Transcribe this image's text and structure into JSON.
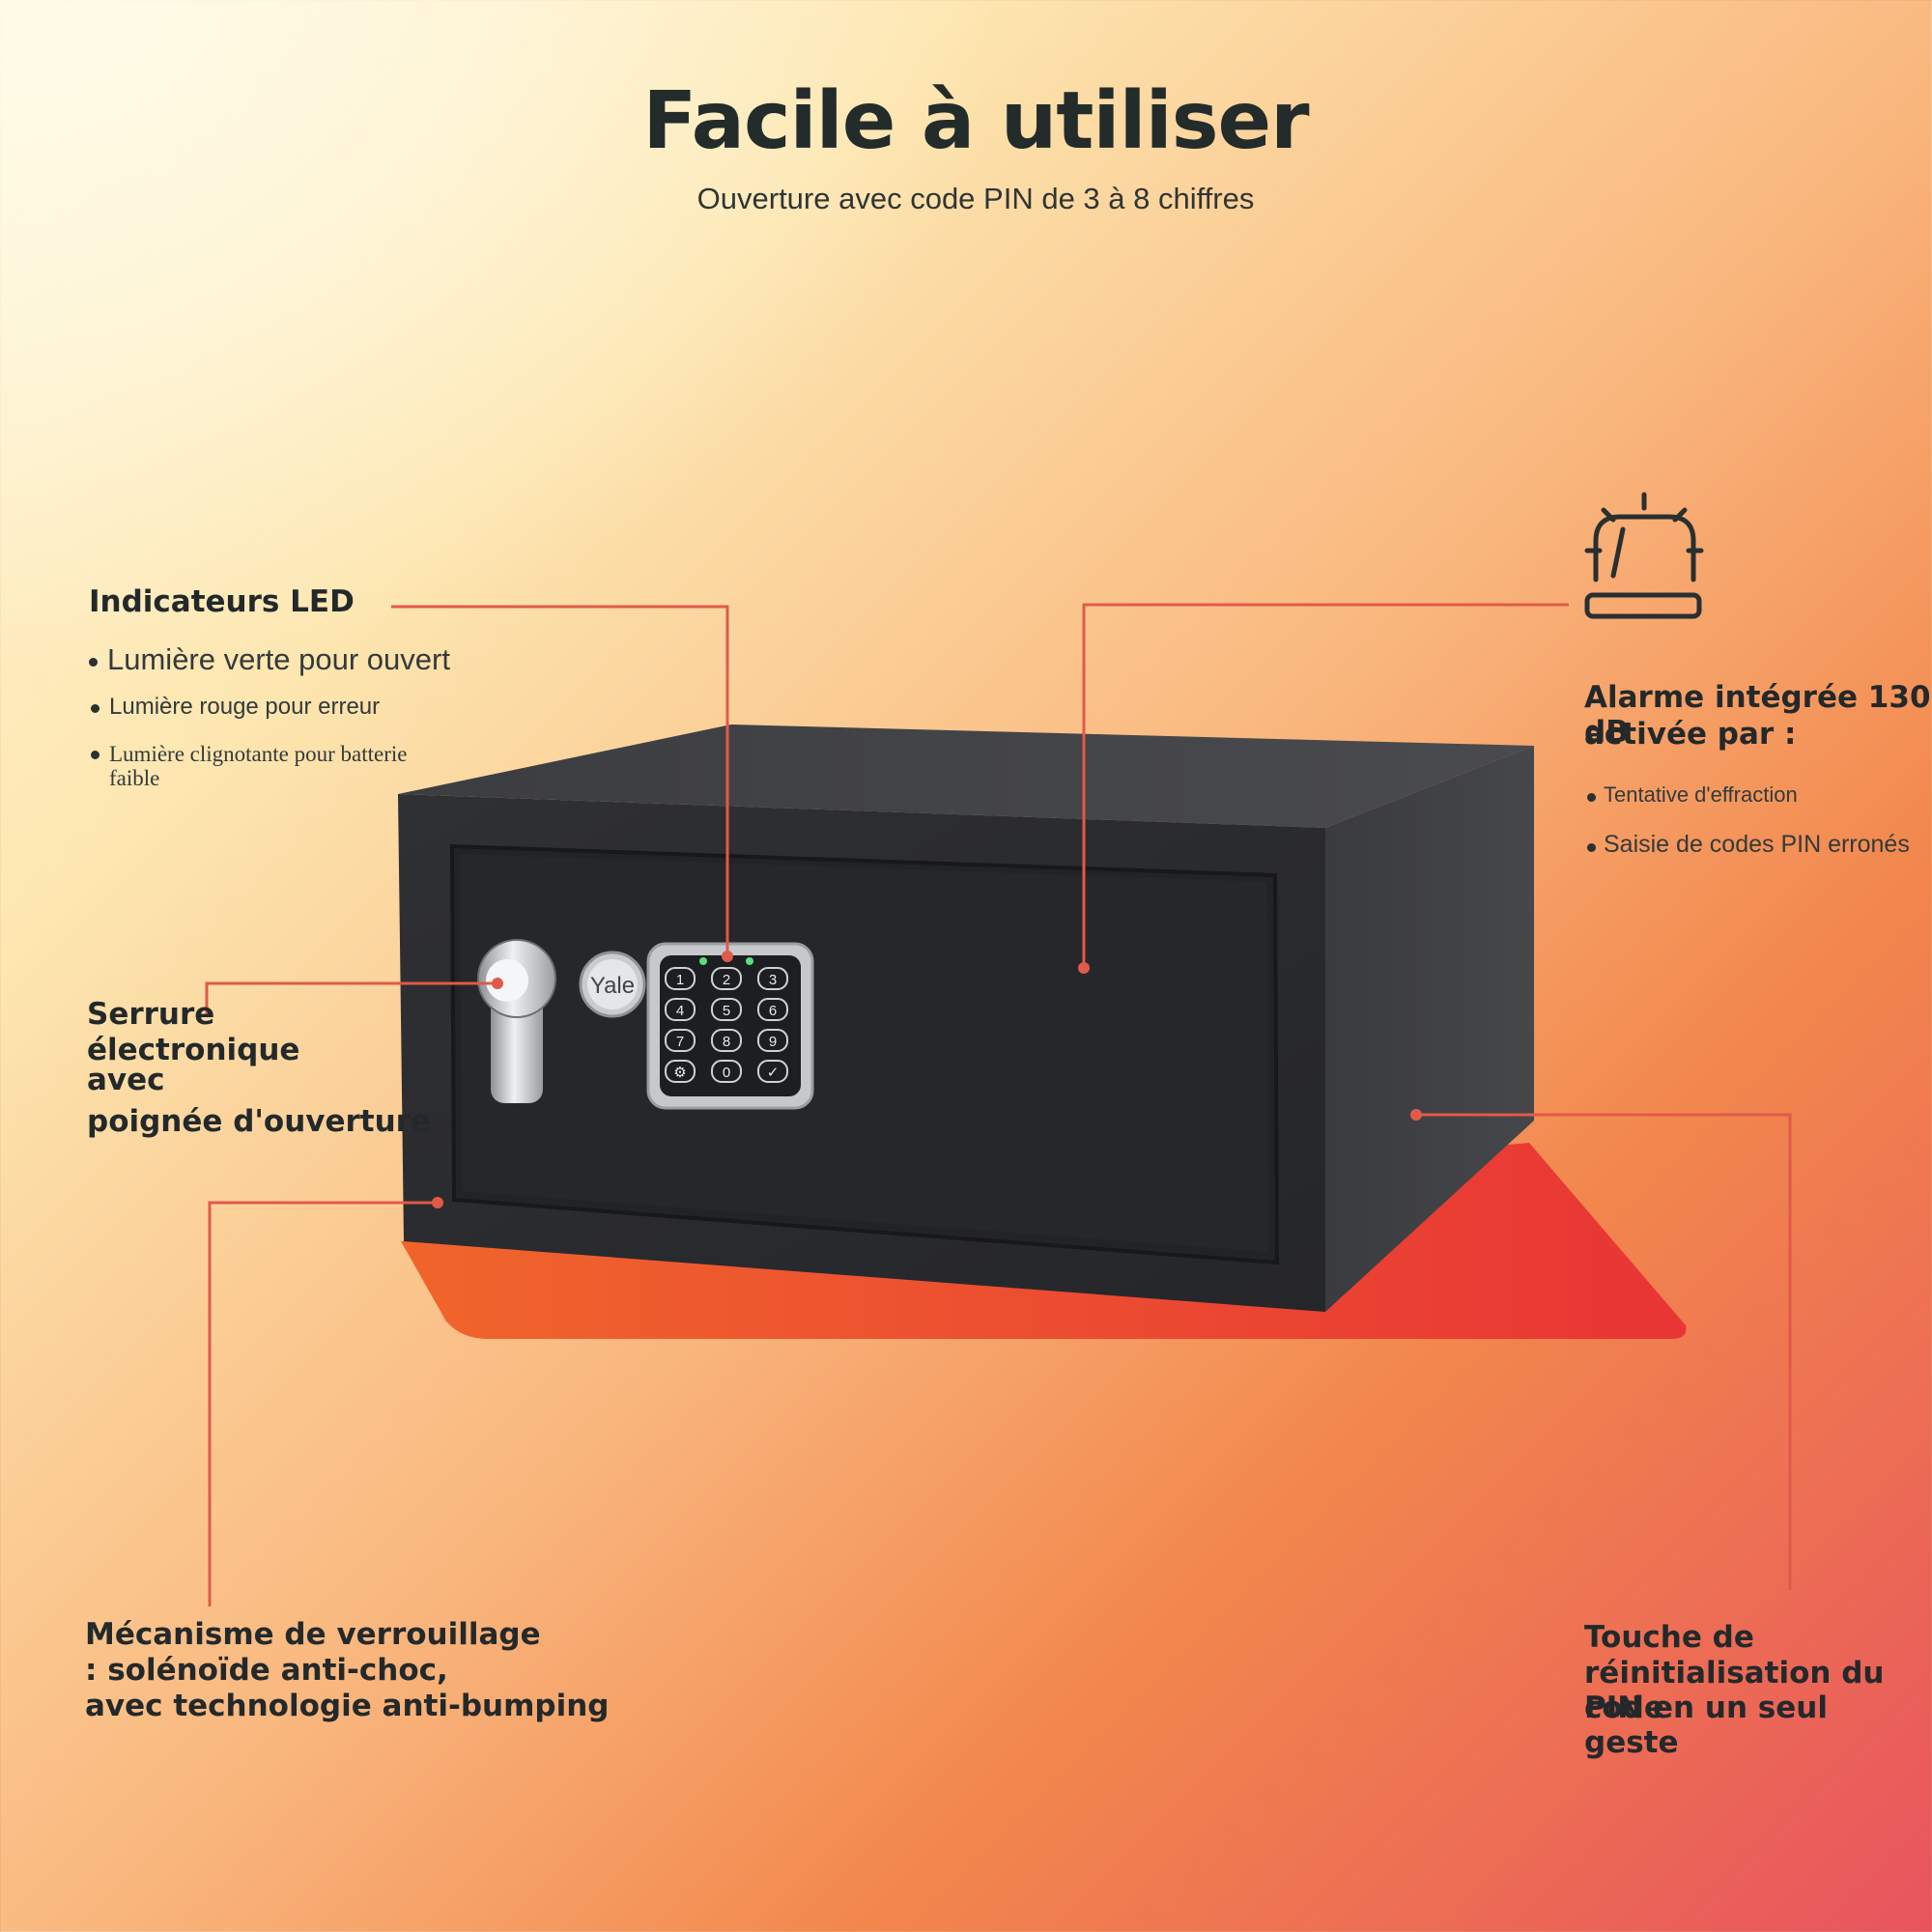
{
  "header": {
    "title": "Facile à utiliser",
    "subtitle": "Ouverture avec code PIN de 3 à 8 chiffres"
  },
  "led_indicators": {
    "heading": "Indicateurs LED",
    "items": [
      "Lumière verte pour ouvert",
      "Lumière rouge pour erreur",
      "Lumière clignotante pour batterie faible"
    ]
  },
  "electronic_lock": {
    "line1": "Serrure",
    "line2": "électronique",
    "line3": "avec",
    "line4": "poignée d'ouverture"
  },
  "locking_mechanism": {
    "line1": "Mécanisme de verrouillage",
    "line2": ": solénoïde anti-choc,",
    "line3": "avec technologie anti-bumping"
  },
  "alarm": {
    "icon": "alarm-siren-icon",
    "line1": "Alarme intégrée 130 dB",
    "line2": "activée par :",
    "items": [
      "Tentative d'effraction",
      "Saisie de codes PIN erronés"
    ]
  },
  "reset_key": {
    "line1": "Touche de",
    "line2": "réinitialisation du code",
    "line3": "PIN en un seul geste"
  },
  "product": {
    "brand": "Yale",
    "keypad": [
      "1",
      "2",
      "3",
      "4",
      "5",
      "6",
      "7",
      "8",
      "9",
      "⚙",
      "0",
      "✓"
    ]
  },
  "colors": {
    "callout_line": "#e05a4a",
    "safe_body": "#2b2c2f",
    "floor_shadow": "#ea3e34"
  }
}
